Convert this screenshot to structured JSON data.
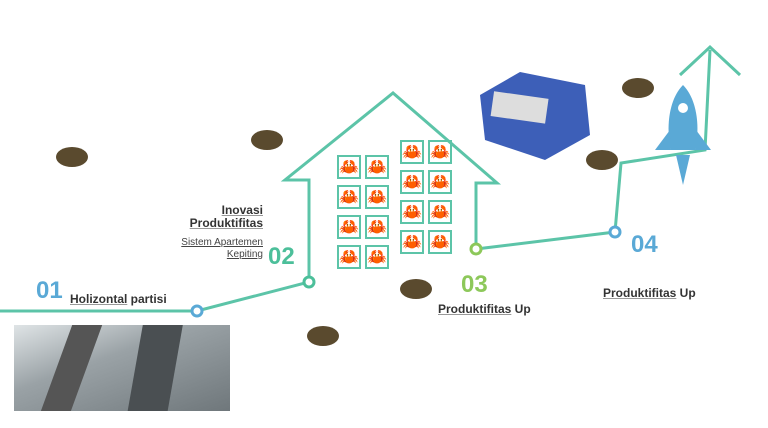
{
  "steps": [
    {
      "num": "01",
      "title_u": "Holizontal",
      "title_rest": " partisi",
      "color": "#5aa9d6"
    },
    {
      "num": "02",
      "title_line1": "Inovasi",
      "title_line2": "Produktifitas",
      "sub_line1": "Sistem Apartemen",
      "sub_line2": "Kepiting",
      "color": "#4cbf9a"
    },
    {
      "num": "03",
      "title_u": "Produktifitas",
      "title_rest": " Up",
      "color": "#8dc85a"
    },
    {
      "num": "04",
      "title_u": "Produktifitas",
      "title_rest": " Up",
      "color": "#5aa9d6"
    }
  ],
  "colors": {
    "line": "#5cc4a8",
    "accent_blue": "#5aa9d6"
  }
}
